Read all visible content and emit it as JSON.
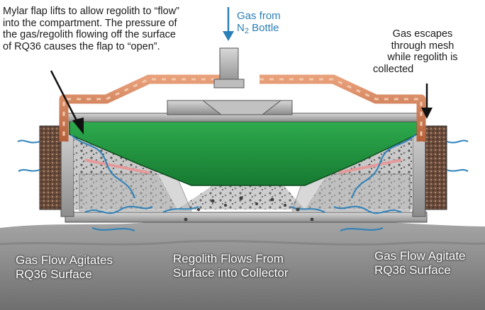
{
  "labels": {
    "flap_line1": "Mylar flap lifts to allow regolith to “flow”",
    "flap_line2": "into the compartment. The pressure of",
    "flap_line3": "the gas/regolith flowing off the surface",
    "flap_line4": "of RQ36 causes the flap to “open”.",
    "gas_from_line1": "Gas from",
    "gas_from_n": "N",
    "gas_from_sub": "2",
    "gas_from_rest": "Bottle",
    "escape_line1": "Gas escapes",
    "escape_line2": "through mesh",
    "escape_line3": "while regolith is",
    "escape_line4": "collected",
    "agitate_left_line1": "Gas Flow Agitates",
    "agitate_left_line2": "RQ36 Surface",
    "flows_line1": "Regolith Flows From",
    "flows_line2": "Surface into Collector",
    "agitate_right_line1": "Gas Flow Agitate",
    "agitate_right_line2": "RQ36 Surface"
  },
  "colors": {
    "gas_blue": "#2a7fb8",
    "tube_copper": "#c8744a",
    "collector_green": "#1f8f3c",
    "metal_gray": "#9a9a9a",
    "surface_gray": "#8a8a8a"
  }
}
